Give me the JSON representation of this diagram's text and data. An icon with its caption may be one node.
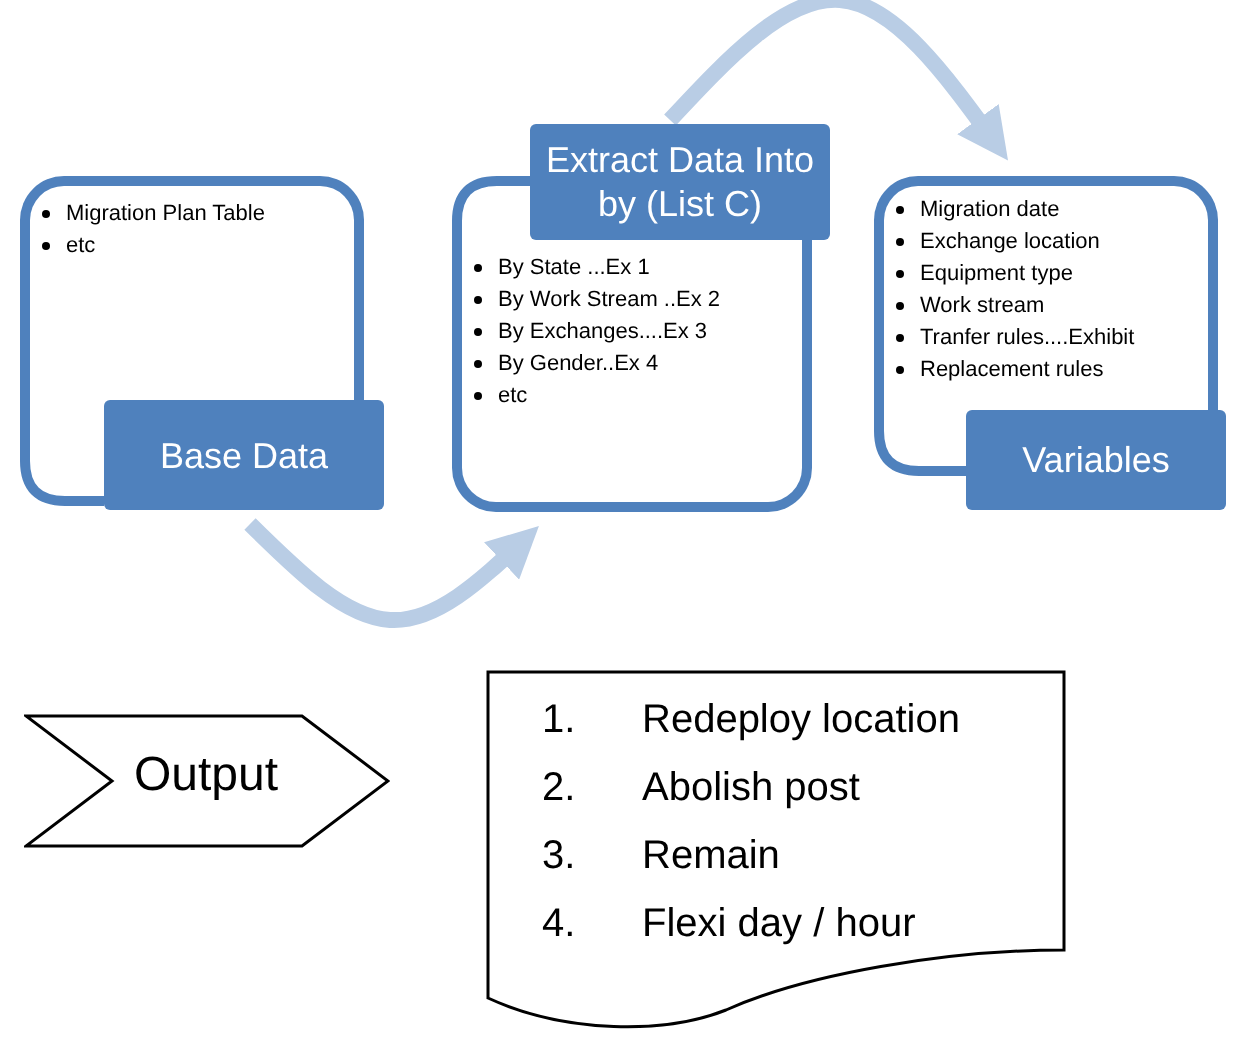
{
  "diagram": {
    "nodes": [
      {
        "text": [
          "Migration Plan Table",
          "etc"
        ]
      },
      {
        "text": [
          "Base Data"
        ]
      },
      {
        "text": [
          "Extract Data Into by (List  C)"
        ]
      },
      {
        "text": [
          "By State ...Ex 1",
          "By Work Stream ..Ex 2",
          "By Exchanges....Ex 3",
          "By Gender..Ex 4",
          "etc"
        ]
      },
      {
        "text": [
          "Migration date",
          "Exchange location",
          "Equipment type",
          "Work stream",
          "Tranfer rules....Exhibit",
          "Replacement rules"
        ]
      },
      {
        "text": [
          "Variables"
        ]
      },
      {
        "text": [
          "Output"
        ]
      },
      {
        "text": [
          "1.",
          "Redeploy location",
          "2.",
          "Abolish post",
          "3.",
          "Remain",
          "4.",
          "Flexi day / hour"
        ]
      }
    ],
    "edges": [
      {
        "from": 1,
        "to": 3,
        "arrow": "to"
      },
      {
        "from": 2,
        "to": 4,
        "arrow": "to"
      }
    ]
  }
}
